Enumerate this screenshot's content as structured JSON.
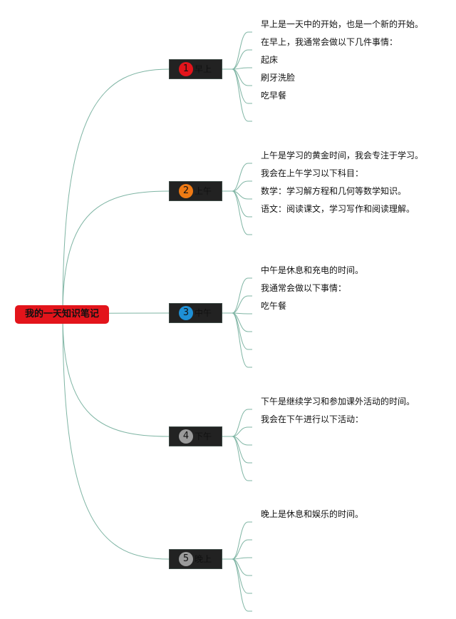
{
  "root": {
    "label": "我的一天知识笔记",
    "color": "#e3141b"
  },
  "branches": [
    {
      "label": "早上",
      "number": "1",
      "badge_color": "#e3141b",
      "leaves": [
        "早上是一天中的开始，也是一个新的开始。",
        "在早上，我通常会做以下几件事情：",
        "起床",
        "刷牙洗脸",
        "吃早餐",
        ""
      ]
    },
    {
      "label": "上午",
      "number": "2",
      "badge_color": "#ef7a14",
      "leaves": [
        "上午是学习的黄金时间，我会专注于学习。",
        "我会在上午学习以下科目：",
        "数学：学习解方程和几何等数学知识。",
        "语文：阅读课文，学习写作和阅读理解。",
        ""
      ]
    },
    {
      "label": "中午",
      "number": "3",
      "badge_color": "#1e90d6",
      "leaves": [
        "中午是休息和充电的时间。",
        "我通常会做以下事情：",
        "吃午餐",
        "",
        "",
        ""
      ]
    },
    {
      "label": "下午",
      "number": "4",
      "badge_color": "#9a9a9a",
      "leaves": [
        "下午是继续学习和参加课外活动的时间。",
        "我会在下午进行以下活动：",
        "",
        "",
        ""
      ]
    },
    {
      "label": "晚上",
      "number": "5",
      "badge_color": "#9a9a9a",
      "leaves": [
        "晚上是休息和娱乐的时间。",
        "",
        "",
        "",
        "",
        ""
      ]
    }
  ],
  "line_color": "#7fb5a4",
  "branch_background": "#222222",
  "text_color": "#111111"
}
